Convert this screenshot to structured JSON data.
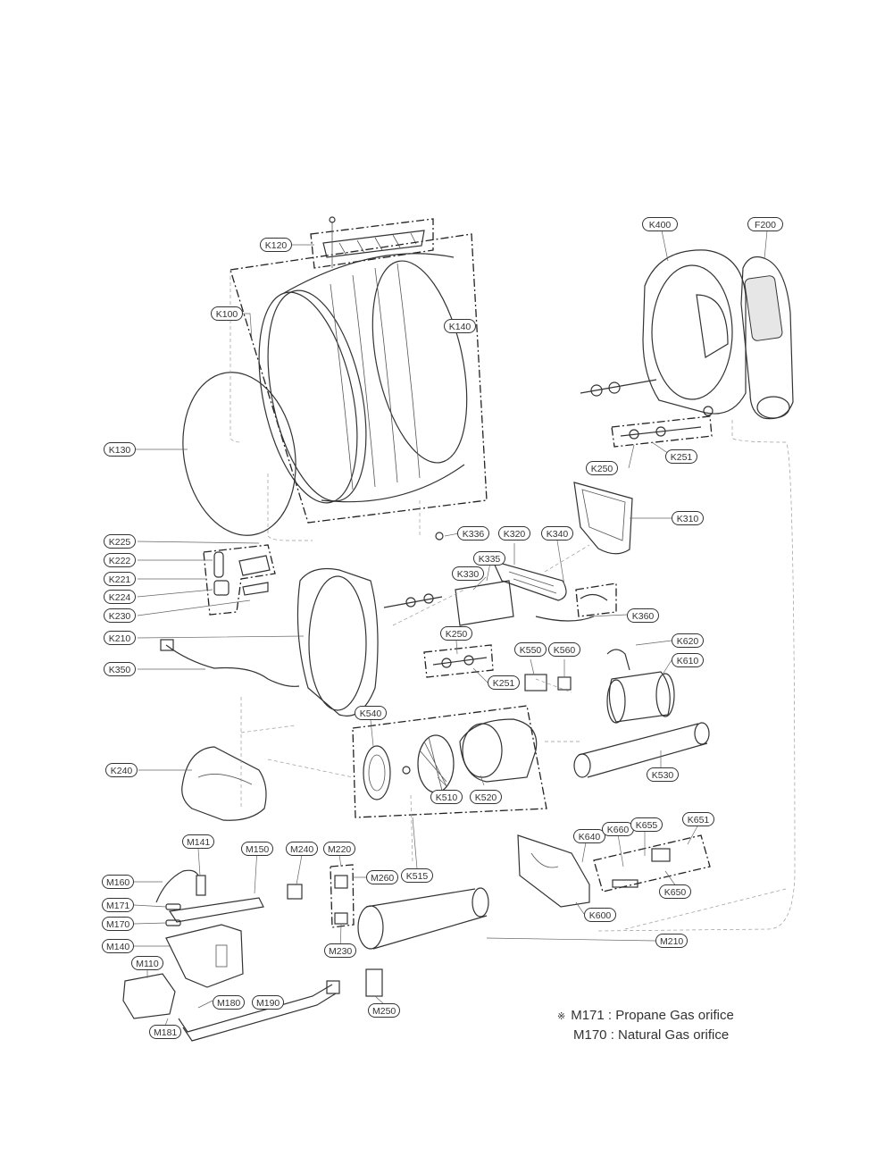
{
  "callouts": {
    "K120": "K120",
    "K100": "K100",
    "K140": "K140",
    "K130": "K130",
    "K400": "K400",
    "F200": "F200",
    "K250a": "K250",
    "K251a": "K251",
    "K310": "K310",
    "K225": "K225",
    "K222": "K222",
    "K221": "K221",
    "K224": "K224",
    "K230": "K230",
    "K210": "K210",
    "K350": "K350",
    "K336": "K336",
    "K320": "K320",
    "K340": "K340",
    "K335": "K335",
    "K330": "K330",
    "K360": "K360",
    "K250b": "K250",
    "K251b": "K251",
    "K550": "K550",
    "K560": "K560",
    "K620": "K620",
    "K610": "K610",
    "K540": "K540",
    "K510": "K510",
    "K520": "K520",
    "K530": "K530",
    "K240": "K240",
    "K515": "K515",
    "M141": "M141",
    "M150": "M150",
    "M240": "M240",
    "M220": "M220",
    "M260": "M260",
    "M160": "M160",
    "M171": "M171",
    "M170": "M170",
    "M140": "M140",
    "M110": "M110",
    "M230": "M230",
    "M190": "M190",
    "M180": "M180",
    "M181": "M181",
    "M250": "M250",
    "M210": "M210",
    "K640": "K640",
    "K660": "K660",
    "K655": "K655",
    "K651": "K651",
    "K650": "K650",
    "K600": "K600"
  },
  "note": {
    "mark": "※",
    "line1": "M171 : Propane Gas orifice",
    "line2": "M170 : Natural Gas orifice"
  }
}
